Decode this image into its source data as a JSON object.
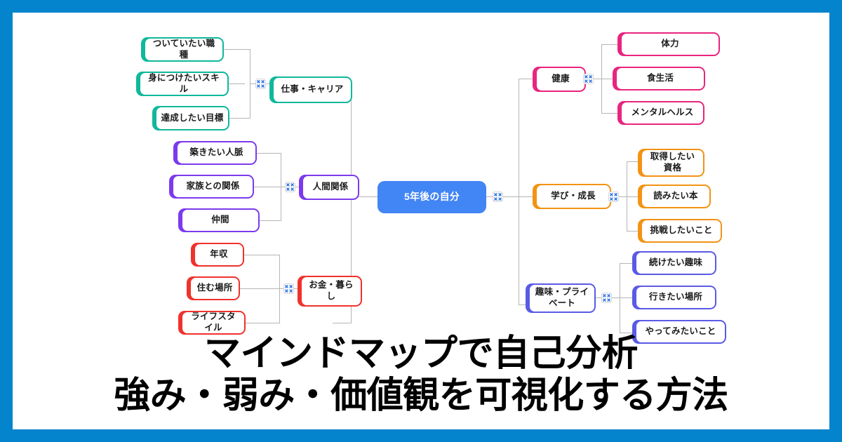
{
  "frame": {
    "border_color": "#0484cc",
    "background": "#ffffff"
  },
  "title": {
    "line1": "マインドマップで自己分析",
    "line2": "強み・弱み・価値観を可視化する方法"
  },
  "mindmap": {
    "center": {
      "label": "5年後の自分",
      "color": "#4285f4"
    },
    "toggle_icon": "collapse-icon",
    "branches": [
      {
        "id": "career",
        "label": "仕事・キャリア",
        "color": "#0fb89b",
        "side": "left",
        "children": [
          {
            "label": "ついていたい職種"
          },
          {
            "label": "身につけたいスキル"
          },
          {
            "label": "達成したい目標"
          }
        ]
      },
      {
        "id": "relationships",
        "label": "人間関係",
        "color": "#7c3aed",
        "side": "left",
        "children": [
          {
            "label": "築きたい人脈"
          },
          {
            "label": "家族との関係"
          },
          {
            "label": "仲間"
          }
        ]
      },
      {
        "id": "money",
        "label": "お金・暮らし",
        "color": "#f0322c",
        "side": "left",
        "children": [
          {
            "label": "年収"
          },
          {
            "label": "住む場所"
          },
          {
            "label": "ライフスタイル"
          }
        ]
      },
      {
        "id": "health",
        "label": "健康",
        "color": "#e8257f",
        "side": "right",
        "children": [
          {
            "label": "体力"
          },
          {
            "label": "食生活"
          },
          {
            "label": "メンタルヘルス"
          }
        ]
      },
      {
        "id": "learning",
        "label": "学び・成長",
        "color": "#f39314",
        "side": "right",
        "children": [
          {
            "label": "取得したい資格"
          },
          {
            "label": "読みたい本"
          },
          {
            "label": "挑戦したいこと"
          }
        ]
      },
      {
        "id": "hobby",
        "label": "趣味・プライベート",
        "color": "#5a5ae6",
        "side": "right",
        "children": [
          {
            "label": "続けたい趣味"
          },
          {
            "label": "行きたい場所"
          },
          {
            "label": "やってみたいこと"
          }
        ]
      }
    ]
  }
}
